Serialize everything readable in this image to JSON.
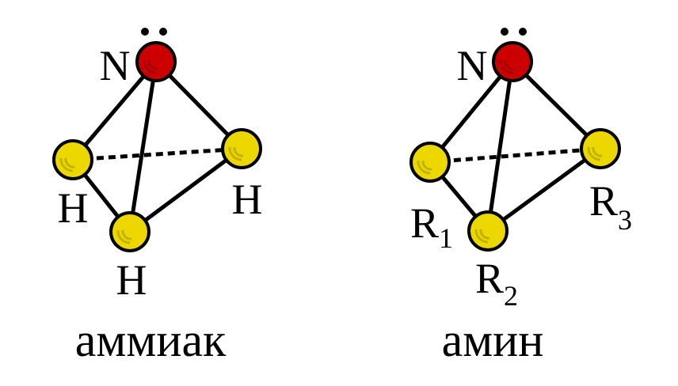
{
  "colors": {
    "nitrogen": "#cc0000",
    "substituent": "#ecd800",
    "bond": "#000000",
    "background": "#ffffff"
  },
  "molecules": [
    {
      "name": "аммиак",
      "center_atom": {
        "label": "N",
        "lone_pair": "••"
      },
      "substituents": [
        {
          "label": "H",
          "sub": ""
        },
        {
          "label": "H",
          "sub": ""
        },
        {
          "label": "H",
          "sub": ""
        }
      ]
    },
    {
      "name": "амин",
      "center_atom": {
        "label": "N",
        "lone_pair": "••"
      },
      "substituents": [
        {
          "label": "R",
          "sub": "1"
        },
        {
          "label": "R",
          "sub": "2"
        },
        {
          "label": "R",
          "sub": "3"
        }
      ]
    }
  ]
}
